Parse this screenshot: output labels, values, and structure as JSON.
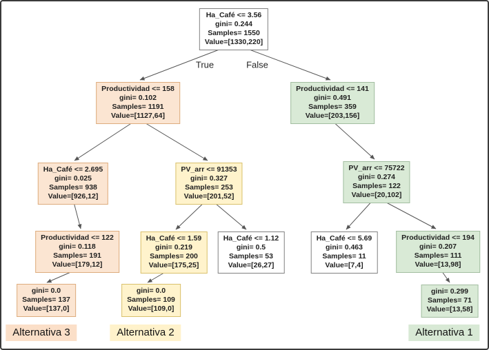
{
  "colors": {
    "peach_fill": "#FBE5D2",
    "peach_border": "#DDAC7D",
    "yellow_fill": "#FFF3CC",
    "yellow_border": "#D9C06B",
    "green_fill": "#D9EAD6",
    "green_border": "#A2BDA0",
    "white_fill": "#FFFFFF",
    "white_border": "#7F7F7F",
    "edge": "#555555",
    "text": "#1F1F1F",
    "alt3_bg": "#FBDFC8",
    "alt2_bg": "#FFF2CB",
    "alt1_bg": "#D8E9D5"
  },
  "branch_labels": {
    "true_label": "True",
    "false_label": "False"
  },
  "nodes": {
    "root": {
      "condition": "Ha_Café <= 3.56",
      "gini": "gini= 0.244",
      "samples": "Samples= 1550",
      "value": "Value=[1330,220]"
    },
    "prod158": {
      "condition": "Productividad <= 158",
      "gini": "gini= 0.102",
      "samples": "Samples= 1191",
      "value": "Value=[1127,64]"
    },
    "prod141": {
      "condition": "Productividad <= 141",
      "gini": "gini= 0.491",
      "samples": "Samples= 359",
      "value": "Value=[203,156]"
    },
    "hacafe2695": {
      "condition": "Ha_Café <= 2.695",
      "gini": "gini= 0.025",
      "samples": "Samples= 938",
      "value": "Value=[926,12]"
    },
    "pvarr91353": {
      "condition": "PV_arr <= 91353",
      "gini": "gini= 0.327",
      "samples": "Samples= 253",
      "value": "Value=[201,52]"
    },
    "pvarr75722": {
      "condition": "PV_arr <= 75722",
      "gini": "gini= 0.274",
      "samples": "Samples= 122",
      "value": "Value=[20,102]"
    },
    "prod122": {
      "condition": "Productividad <= 122",
      "gini": "gini= 0.118",
      "samples": "Samples= 191",
      "value": "Value=[179,12]"
    },
    "hacafe159": {
      "condition": "Ha_Café <= 1.59",
      "gini": "gini= 0.219",
      "samples": "Samples= 200",
      "value": "Value=[175,25]"
    },
    "hacafe112": {
      "condition": "Ha_Café <= 1.12",
      "gini": "gini= 0.5",
      "samples": "Samples= 53",
      "value": "Value=[26,27]"
    },
    "hacafe569": {
      "condition": "Ha_Café <= 5.69",
      "gini": "gini= 0.463",
      "samples": "Samples= 11",
      "value": "Value=[7,4]"
    },
    "prod194": {
      "condition": "Productividad <= 194",
      "gini": "gini= 0.207",
      "samples": "Samples= 111",
      "value": "Value=[13,98]"
    },
    "leaf137": {
      "gini": "gini= 0.0",
      "samples": "Samples= 137",
      "value": "Value=[137,0]"
    },
    "leaf109": {
      "gini": "gini= 0.0",
      "samples": "Samples= 109",
      "value": "Value=[109,0]"
    },
    "leaf71": {
      "gini": "gini= 0.299",
      "samples": "Samples= 71",
      "value": "Value=[13,58]"
    }
  },
  "legend": {
    "alternativa3": "Alternativa 3",
    "alternativa2": "Alternativa 2",
    "alternativa1": "Alternativa 1"
  }
}
